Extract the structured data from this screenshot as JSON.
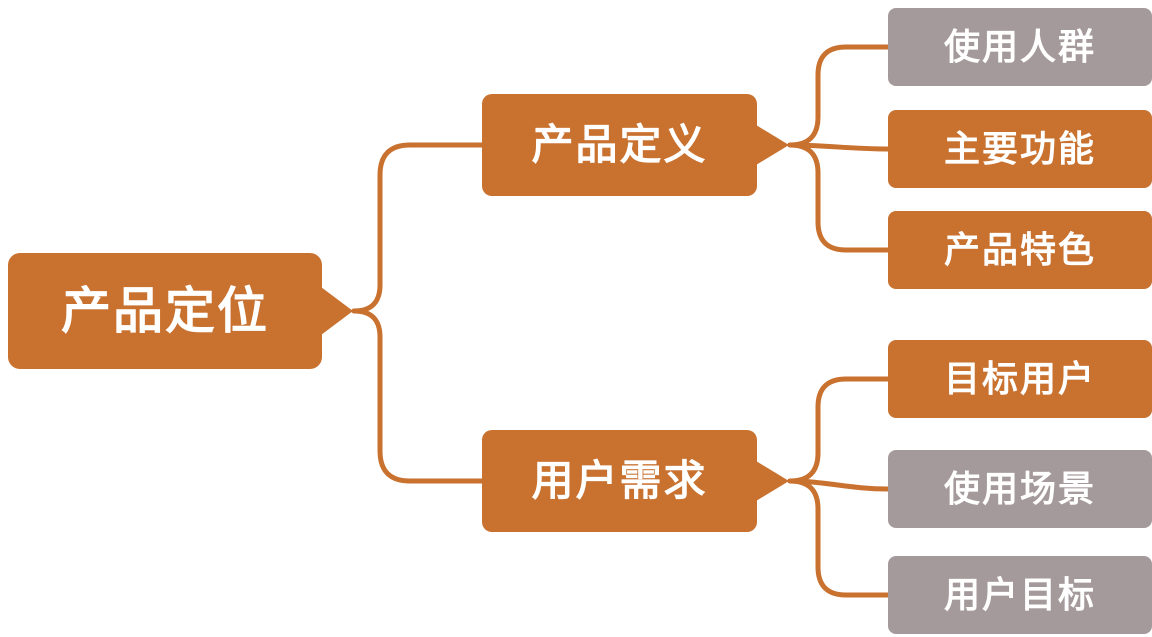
{
  "diagram": {
    "type": "mindmap",
    "root": {
      "label": "产品定位"
    },
    "branches": [
      {
        "label": "产品定义",
        "children": [
          {
            "label": "使用人群",
            "color": "#A59A9B"
          },
          {
            "label": "主要功能",
            "color": "#C9712F"
          },
          {
            "label": "产品特色",
            "color": "#C9712F"
          }
        ]
      },
      {
        "label": "用户需求",
        "children": [
          {
            "label": "目标用户",
            "color": "#C9712F"
          },
          {
            "label": "使用场景",
            "color": "#A59A9B"
          },
          {
            "label": "用户目标",
            "color": "#A59A9B"
          }
        ]
      }
    ],
    "colors": {
      "accent_orange": "#C9712F",
      "muted_gray": "#A59A9B",
      "text": "#FFFFFF",
      "background": "#FFFFFF"
    }
  }
}
